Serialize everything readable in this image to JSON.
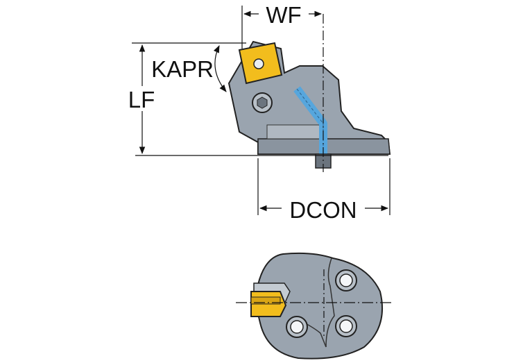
{
  "dimensions": {
    "wf": "WF",
    "kapr": "KAPR",
    "lf": "LF",
    "dcon": "DCON"
  },
  "colors": {
    "body": "#9aa4af",
    "body_dark": "#5f6873",
    "insert": "#f2bd1d",
    "coolant": "#56a6dd",
    "line": "#111111"
  }
}
